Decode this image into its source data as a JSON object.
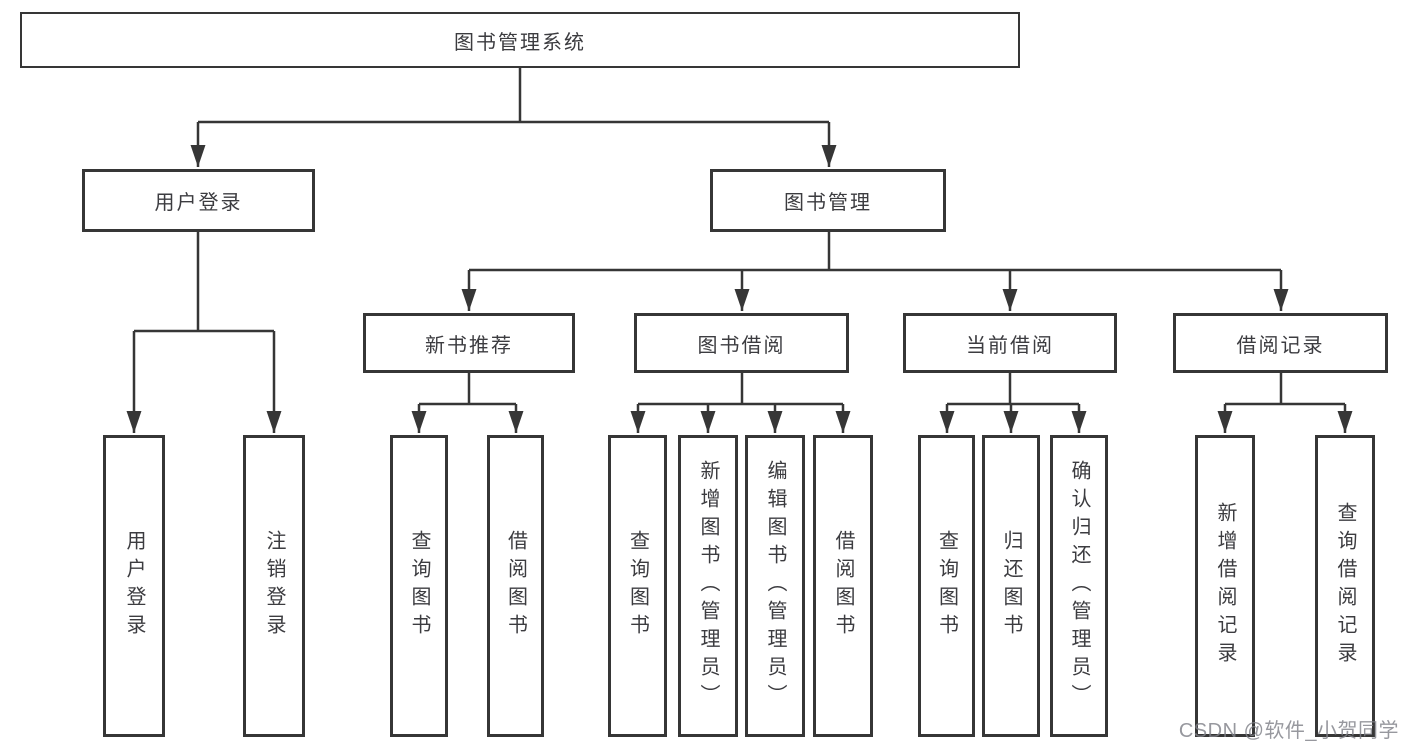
{
  "diagram": {
    "root_label": "图书管理系统",
    "branches": {
      "user_login": {
        "label": "用户登录",
        "leaves": [
          "用户登录",
          "注销登录"
        ]
      },
      "book_mgmt": {
        "label": "图书管理",
        "sections": {
          "new_books": {
            "label": "新书推荐",
            "leaves": [
              "查询图书",
              "借阅图书"
            ]
          },
          "book_borrow": {
            "label": "图书借阅",
            "leaves": [
              "查询图书",
              "新增图书（管理员）",
              "编辑图书（管理员）",
              "借阅图书"
            ]
          },
          "current_borrow": {
            "label": "当前借阅",
            "leaves": [
              "查询图书",
              "归还图书",
              "确认归还（管理员）"
            ]
          },
          "borrow_records": {
            "label": "借阅记录",
            "leaves": [
              "新增借阅记录",
              "查询借阅记录"
            ]
          }
        }
      }
    }
  },
  "watermark": {
    "text": "CSDN @软件_小贺同学"
  },
  "colors": {
    "line": "#363636",
    "text": "#3c3c40",
    "background": "#ffffff",
    "watermark": "#808189"
  }
}
